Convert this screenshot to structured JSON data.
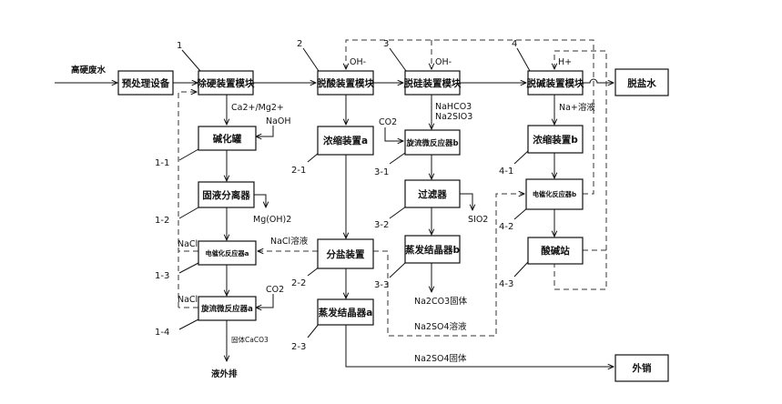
{
  "nodes": {
    "feed": "高硬废水",
    "pretreat": "预处理设备",
    "hardness_module": "除硬装置模块",
    "acid_module": "脱酸装置模块",
    "silicon_module": "脱硅装置模块",
    "alkali_module": "脱碱装置模块",
    "desalted_water": "脱盐水",
    "alkalization_tank": "碱化罐",
    "solid_liquid_sep": "固液分离器",
    "electrocat_a": "电催化反应器a",
    "swirl_a": "旋流微反应器a",
    "concentrator_a": "浓缩装置a",
    "salt_separator": "分盐装置",
    "evap_a": "蒸发结晶器a",
    "swirl_b": "旋流微反应器b",
    "filter": "过滤器",
    "evap_b": "蒸发结晶器b",
    "concentrator_b": "浓缩装置b",
    "electrocat_b": "电催化反应器b",
    "acid_alkali_station": "酸碱站",
    "export": "外销"
  },
  "labels": {
    "ca_mg": "Ca2+/Mg2+",
    "naoh": "NaOH",
    "mgoh2": "Mg(OH)2",
    "nacl1": "NaCl",
    "nacl2": "NaCl",
    "nacl_solution": "NaCl溶液",
    "co2_a": "CO2",
    "caco3_solid": "固体CaCO3",
    "discharge": "液外排",
    "oh_minus_1": "OH-",
    "oh_minus_2": "OH-",
    "h_plus": "H+",
    "co2_b": "CO2",
    "nahco3": "NaHCO3",
    "na2sio3": "Na2SIO3",
    "sio2": "SIO2",
    "na2co3_solid": "Na2CO3固体",
    "na2so4_solution": "Na2SO4溶液",
    "na2so4_solid": "Na2SO4固体",
    "na_solution": "Na+溶液"
  },
  "numbers": {
    "n1": "1",
    "n2": "2",
    "n3": "3",
    "n4": "4",
    "n1_1": "1-1",
    "n1_2": "1-2",
    "n1_3": "1-3",
    "n1_4": "1-4",
    "n2_1": "2-1",
    "n2_2": "2-2",
    "n2_3": "2-3",
    "n3_1": "3-1",
    "n3_2": "3-2",
    "n3_3": "3-3",
    "n4_1": "4-1",
    "n4_2": "4-2",
    "n4_3": "4-3"
  }
}
